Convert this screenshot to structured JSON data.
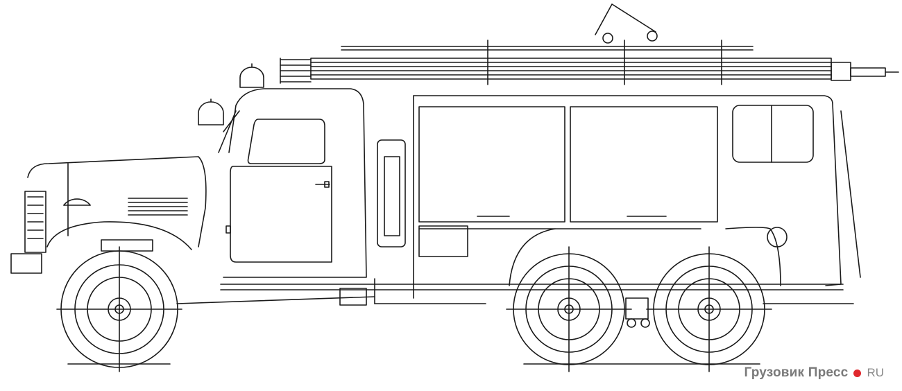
{
  "figure": {
    "subject": "fire-truck-side-view-line-drawing",
    "line_color": "#1a1a1a",
    "background": "#ffffff"
  },
  "watermark": {
    "text": "Грузовик Пресс",
    "dot_color": "#e0282d",
    "suffix": "RU"
  }
}
